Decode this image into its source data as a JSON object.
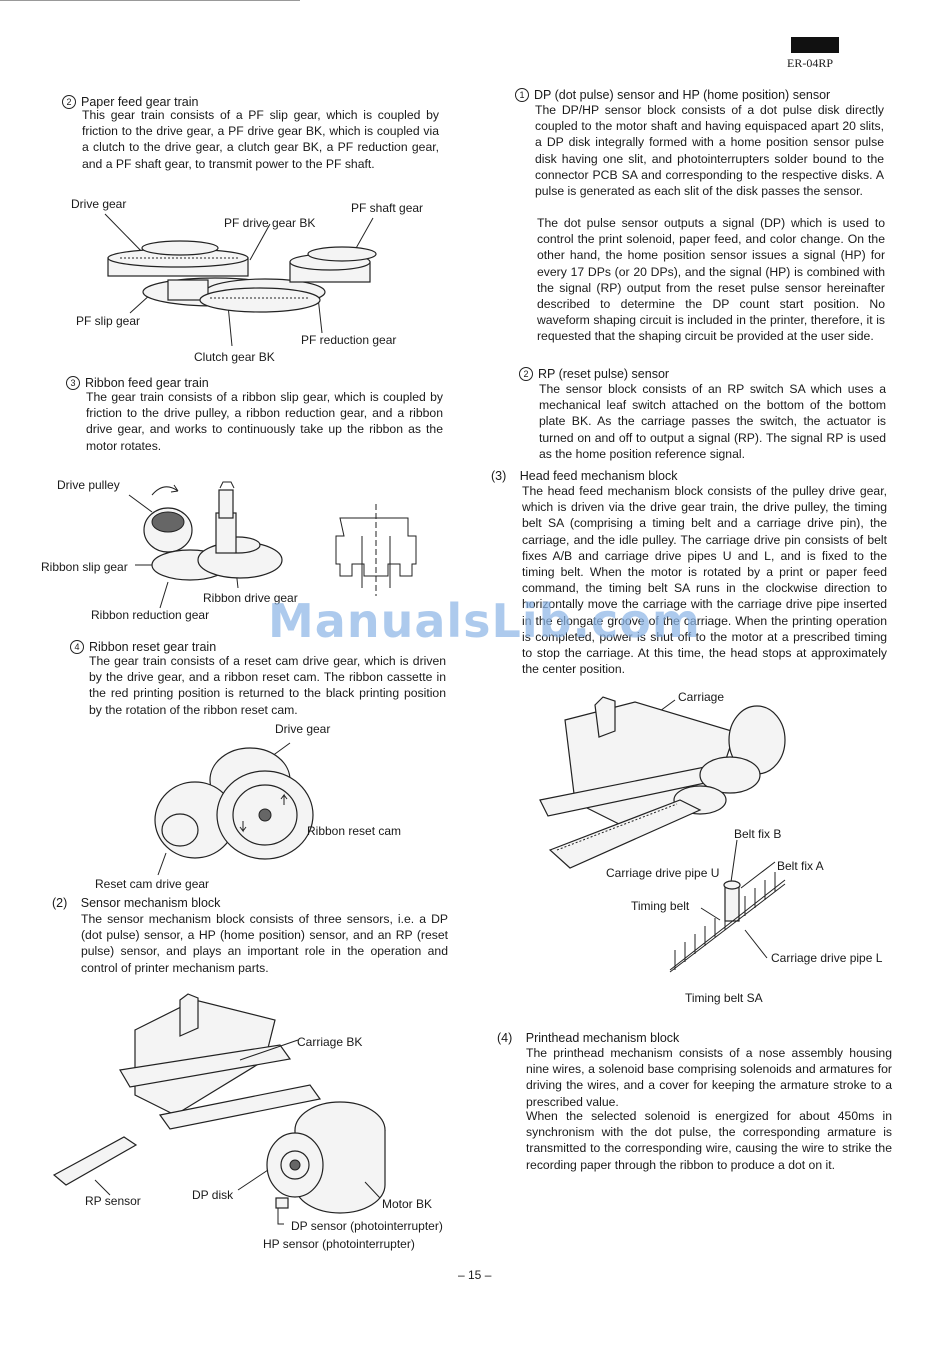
{
  "header": {
    "model_code": "ER-04RP"
  },
  "left": {
    "pf": {
      "num": "2",
      "title": "Paper feed gear train",
      "text": "This gear train consists of a PF slip gear, which is coupled by friction to the drive gear, a PF drive gear BK, which is coupled via a clutch to the drive gear, a clutch gear BK, a PF reduction gear, and a PF shaft gear, to transmit power to the PF shaft.",
      "labels": {
        "drive_gear": "Drive gear",
        "pf_drive_gear_bk": "PF drive gear BK",
        "pf_shaft_gear": "PF shaft gear",
        "pf_slip_gear": "PF slip gear",
        "pf_reduction_gear": "PF reduction gear",
        "clutch_gear_bk": "Clutch gear BK"
      }
    },
    "ribbon_feed": {
      "num": "3",
      "title": "Ribbon feed gear train",
      "text": "The gear train consists of a ribbon slip gear, which is coupled by friction to the drive pulley, a ribbon reduction gear, and a ribbon drive gear, and works to continuously take up the ribbon as the motor rotates.",
      "labels": {
        "drive_pulley": "Drive pulley",
        "ribbon_slip_gear": "Ribbon slip gear",
        "ribbon_drive_gear": "Ribbon drive gear",
        "ribbon_reduction_gear": "Ribbon reduction gear"
      }
    },
    "ribbon_reset": {
      "num": "4",
      "title": "Ribbon reset gear train",
      "text": "The gear train consists of a reset cam drive gear, which is driven by the drive gear, and a ribbon reset cam. The ribbon cassette in the red printing position is returned to the black printing position by the rotation of the ribbon reset cam.",
      "labels": {
        "drive_gear": "Drive gear",
        "ribbon_reset_cam": "Ribbon reset cam",
        "reset_cam_drive_gear": "Reset cam drive gear"
      }
    },
    "sensor": {
      "num": "(2)",
      "title": "Sensor mechanism block",
      "text": "The sensor mechanism block consists of three sensors, i.e. a DP (dot pulse) sensor, a HP (home position) sensor, and an RP (reset pulse) sensor, and plays an important role in the operation and control of printer mechanism parts.",
      "labels": {
        "carriage_bk": "Carriage BK",
        "rp_sensor": "RP sensor",
        "dp_disk": "DP disk",
        "motor_bk": "Motor BK",
        "dp_sensor": "DP sensor (photointerrupter)",
        "hp_sensor": "HP sensor (photointerrupter)"
      }
    }
  },
  "right": {
    "dp_hp": {
      "num": "1",
      "title": "DP (dot pulse) sensor and HP (home position) sensor",
      "text1": "The DP/HP sensor block consists of a dot pulse disk directly coupled to the motor shaft and having equispaced apart 20 slits, a DP disk integrally formed with a home position sensor pulse disk having one slit, and photointerrupters solder bound to the connector PCB SA and corresponding to the respective disks. A pulse is generated as each slit of the disk passes the sensor.",
      "text2": "The dot pulse sensor outputs a signal (DP) which is used to control the print solenoid, paper feed, and color change. On the other hand, the home position sensor issues a signal (HP) for every 17 DPs (or 20 DPs), and the signal (HP) is combined with the signal (RP) output from the reset pulse sensor hereinafter described to determine the DP count start position. No waveform shaping circuit is included in the printer, therefore, it is requested that the shaping circuit be provided at the user side."
    },
    "rp": {
      "num": "2",
      "title": "RP (reset pulse) sensor",
      "text": "The sensor block consists of an RP switch SA which uses a mechanical leaf switch attached on the bottom of the bottom plate BK. As the carriage passes the switch, the actuator is turned on and off to output a signal (RP). The signal RP is used as the home position reference signal."
    },
    "head_feed": {
      "num": "(3)",
      "title": "Head feed mechanism block",
      "text": "The head feed mechanism block consists of the pulley drive gear, which is driven via the drive gear train, the drive pulley, the timing belt SA (comprising a timing belt and a carriage drive pin), the carriage, and the idle pulley. The carriage drive pin consists of belt fixes A/B and carriage drive pipes U and L, and is fixed to the timing belt. When the motor is rotated by a print or paper feed command, the timing belt SA runs in the clockwise direction to horizontally move the carriage with the carriage drive pipe inserted in the elongate groove of the carriage. When the printing operation is completed, power is shut off to the motor at a prescribed timing to stop the carriage. At this time, the head stops at approximately the center position.",
      "labels": {
        "carriage": "Carriage",
        "belt_fix_b": "Belt fix B",
        "belt_fix_a": "Belt fix A",
        "carriage_drive_pipe_u": "Carriage drive pipe U",
        "timing_belt": "Timing belt",
        "carriage_drive_pipe_l": "Carriage drive pipe L",
        "timing_belt_sa": "Timing belt SA"
      }
    },
    "printhead": {
      "num": "(4)",
      "title": "Printhead mechanism block",
      "text1": "The printhead mechanism consists of a nose assembly housing nine wires, a solenoid base comprising solenoids and armatures for driving the wires, and a cover for keeping the armature stroke to a prescribed value.",
      "text2": "When the selected solenoid is energized for about 450ms in synchronism with the dot pulse, the corresponding armature is transmitted to the corresponding wire, causing the wire to strike the recording paper through the ribbon to produce a dot on it."
    }
  },
  "watermark": "ManualsLib.com",
  "page_number": "– 15 –"
}
